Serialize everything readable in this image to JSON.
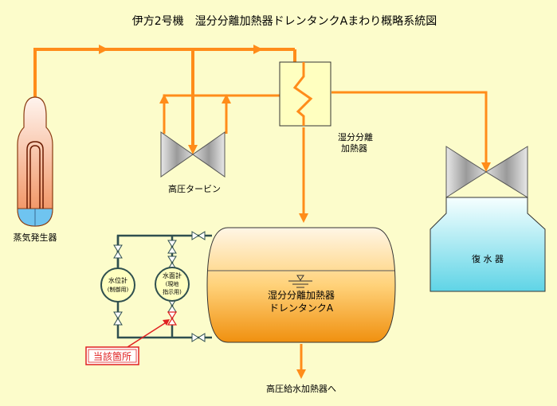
{
  "title": "伊方2号機　湿分分離加熱器ドレンタンクAまわり概略系統図",
  "labels": {
    "steam_generator": "蒸気発生器",
    "hp_turbine": "高圧タービン",
    "msr_line1": "湿分分離",
    "msr_line2": "加熱器",
    "condenser": "復 水 器",
    "drain_tank_line1": "湿分分離加熱器",
    "drain_tank_line2": "ドレンタンクA",
    "hp_feedwater": "高圧給水加熱器へ",
    "level_gauge_line1": "水位計",
    "level_gauge_line2": "(制御用)",
    "water_gauge_line1": "水面計",
    "water_gauge_line2": "(現地",
    "water_gauge_line3": "指示用)",
    "location": "当該箇所"
  },
  "colors": {
    "background": "#fcfccb",
    "steam_line": "#ff8c1a",
    "gauge_line": "#2f4f4f",
    "callout": "#e02020",
    "msr_fill": "#ffffc0"
  }
}
